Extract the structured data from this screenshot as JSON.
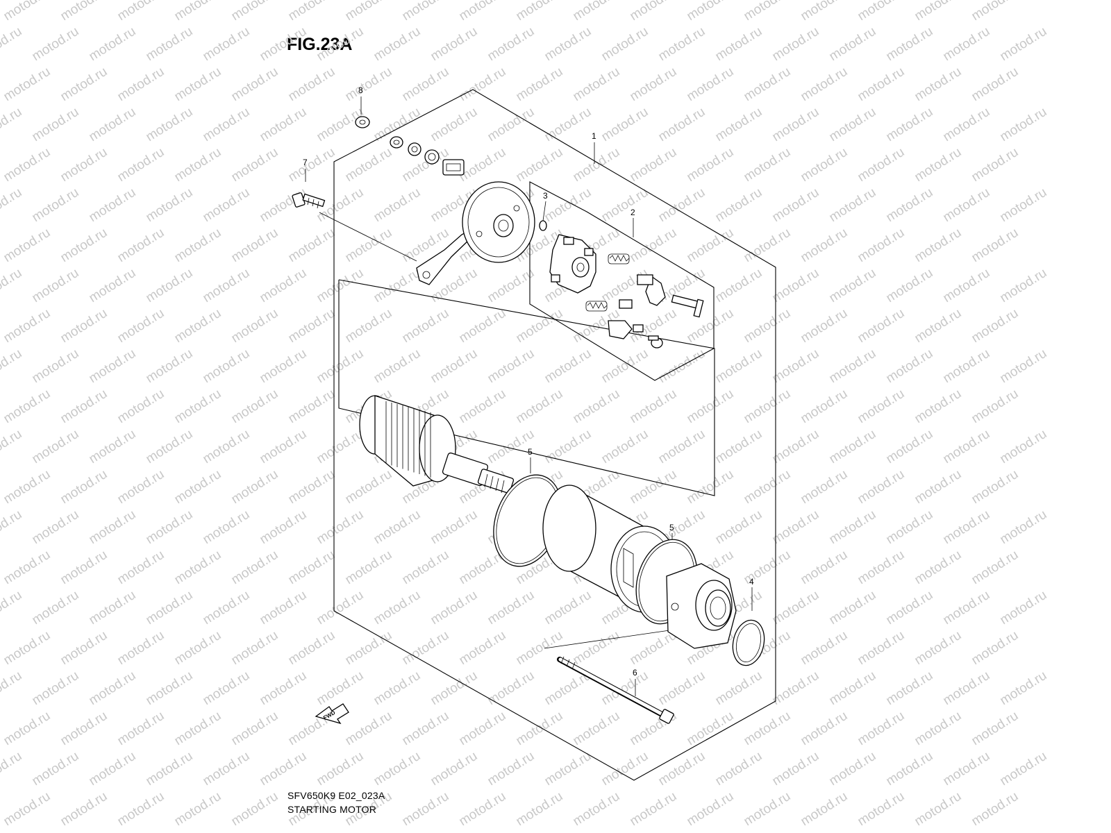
{
  "figure": {
    "title": "FIG.23A",
    "code": "SFV650K9 E02_023A",
    "name": "STARTING MOTOR"
  },
  "watermark": "motod.ru",
  "arrow_label": "FWD",
  "callouts": [
    {
      "id": "c8",
      "label": "8"
    },
    {
      "id": "c7",
      "label": "7"
    },
    {
      "id": "c1",
      "label": "1"
    },
    {
      "id": "c3",
      "label": "3"
    },
    {
      "id": "c2",
      "label": "2"
    },
    {
      "id": "c5a",
      "label": "5"
    },
    {
      "id": "c5b",
      "label": "5"
    },
    {
      "id": "c4",
      "label": "4"
    },
    {
      "id": "c6",
      "label": "6"
    }
  ],
  "colors": {
    "line": "#000000",
    "watermark": "#c8c8c8",
    "background": "#ffffff"
  }
}
